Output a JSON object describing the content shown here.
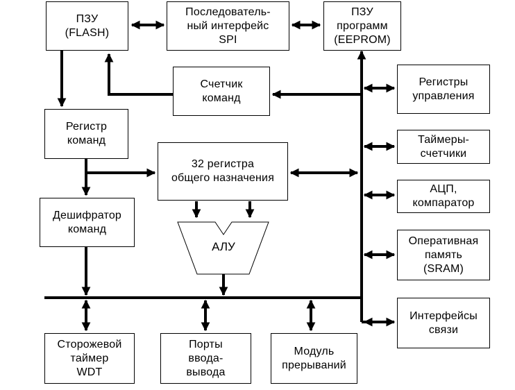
{
  "blocks": {
    "rom_flash": "ПЗУ\n(FLASH)",
    "spi": "Последователь-\nный интерфейс\nSPI",
    "eeprom": "ПЗУ\nпрограмм\n(EEPROM)",
    "program_counter": "Счетчик\nкоманд",
    "instruction_register": "Регистр\nкоманд",
    "gp_registers": "32 регистра\nобщего назначения",
    "instruction_decoder": "Дешифратор\nкоманд",
    "alu": "АЛУ",
    "control_registers": "Регистры\nуправления",
    "timers": "Таймеры-\nсчетчики",
    "adc": "АЦП,\nкомпаратор",
    "sram": "Оперативная\nпамять\n(SRAM)",
    "comm_interfaces": "Интерфейсы\nсвязи",
    "watchdog": "Сторожевой\nтаймер\nWDT",
    "io_ports": "Порты\nввода-\nвывода",
    "interrupt_module": "Модуль\nпрерываний"
  },
  "colors": {
    "line": "#000000",
    "background": "#ffffff"
  }
}
